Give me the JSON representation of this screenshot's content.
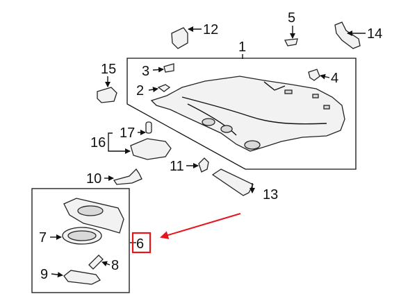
{
  "callouts": {
    "c1": "1",
    "c2": "2",
    "c3": "3",
    "c4": "4",
    "c5": "5",
    "c6": "6",
    "c7": "7",
    "c8": "8",
    "c9": "9",
    "c10": "10",
    "c11": "11",
    "c12": "12",
    "c13": "13",
    "c14": "14",
    "c15": "15",
    "c16": "16",
    "c17": "17"
  },
  "highlight_color": "#e8141b"
}
